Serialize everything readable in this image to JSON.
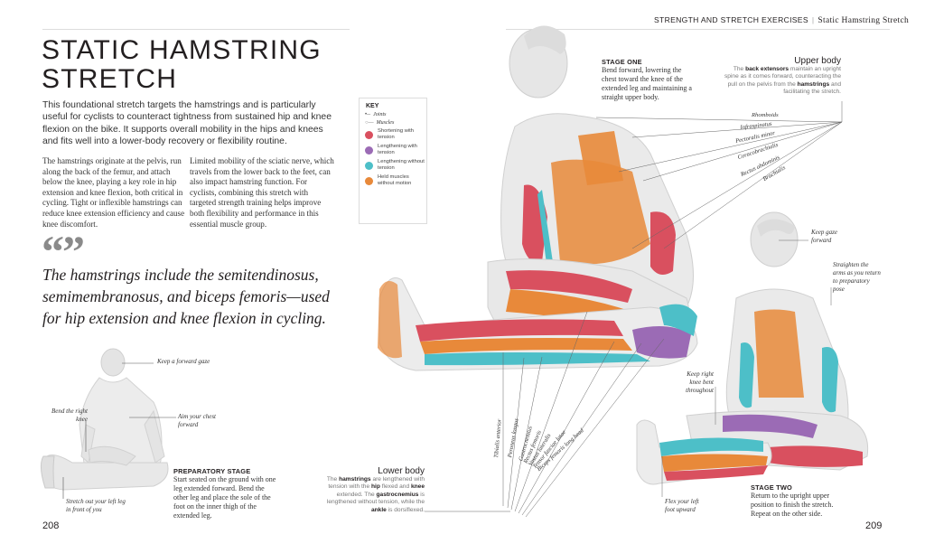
{
  "running_head": {
    "section": "STRENGTH AND STRETCH EXERCISES",
    "separator": "|",
    "subsection": "Static Hamstring Stretch"
  },
  "title_line1": "STATIC HAMSTRING",
  "title_line2": "STRETCH",
  "intro": "This foundational stretch targets the hamstrings and is particularly useful for cyclists to counteract tightness from sustained hip and knee flexion on the bike. It supports overall mobility in the hips and knees and fits well into a lower-body recovery or flexibility routine.",
  "columns": [
    "The hamstrings originate at the pelvis, run along the back of the femur, and attach below the knee, playing a key role in hip extension and knee flexion, both critical in cycling. Tight or inflexible hamstrings can reduce knee extension efficiency and cause knee discomfort.",
    "Limited mobility of the sciatic nerve, which travels from the lower back to the feet, can also impact hamstring function. For cyclists, combining this stretch with targeted strength training helps improve both flexibility and performance in this essential muscle group."
  ],
  "quote_mark": "“”",
  "pull_quote": "The hamstrings include the semitendinosus, semimembranosus, and biceps femoris—used for hip extension and knee flexion in cycling.",
  "preparatory": {
    "callouts": {
      "gaze": "Keep a forward gaze",
      "knee": "Bend the right knee",
      "chest": "Aim your chest forward",
      "leg": "Stretch out your left leg in front of you"
    },
    "stage_title": "PREPARATORY STAGE",
    "stage_text": "Start seated on the ground with one leg extended forward. Bend the other leg and place the sole of the foot on the inner thigh of the extended leg."
  },
  "key": {
    "title": "KEY",
    "joints": "Joints",
    "muscles": "Muscles",
    "items": [
      {
        "label": "Shortening with tension",
        "color": "#d9505f"
      },
      {
        "label": "Lengthening with tension",
        "color": "#9b6bb5"
      },
      {
        "label": "Lengthening without tension",
        "color": "#4dbfc8"
      },
      {
        "label": "Held muscles without motion",
        "color": "#e8893a"
      }
    ]
  },
  "stage_one": {
    "title": "STAGE ONE",
    "text": "Bend forward, lowering the chest toward the knee of the extended leg and maintaining a straight upper body."
  },
  "upper_body": {
    "heading": "Upper body",
    "pre1": "The ",
    "bold1": "back extensors",
    "mid1": " maintain an upright spine as it comes forward, counteracting the pull on the pelvis from the ",
    "bold2": "hamstrings",
    "post": " and facilitating the stretch.",
    "muscles": [
      "Rhomboids",
      "Infraspinatus",
      "Pectoralis minor",
      "Coracobrachialis",
      "Rectus abdominis",
      "Brachialis"
    ]
  },
  "lower_body": {
    "heading": "Lower body",
    "pre1": "The ",
    "bold1": "hamstrings",
    "mid1": " are lengthened with tension with the ",
    "bold2": "hip",
    "mid2": " flexed and ",
    "bold3": "knee",
    "mid3": " extended. The ",
    "bold4": "gastrocnemius",
    "mid4": " is lengthened without tension, while the ",
    "bold5": "ankle",
    "post": " is dorsiflexed.",
    "muscles": [
      "Tibialis anterior",
      "Peroneus longus",
      "Gastrocnemius",
      "Rectus femoris",
      "Vastus lateralis",
      "Tensor fasciae latae",
      "Biceps femoris long head"
    ]
  },
  "stage_two": {
    "callouts": {
      "gaze": "Keep gaze forward",
      "arms": "Straighten the arms as you return to preparatory pose",
      "knee": "Keep right knee bent throughout",
      "foot": "Flex your left foot upward"
    },
    "title": "STAGE TWO",
    "text": "Return to the upright upper position to finish the stretch. Repeat on the other side."
  },
  "page_left": "208",
  "page_right": "209",
  "colors": {
    "shortening": "#d9505f",
    "lengthening_tension": "#9b6bb5",
    "lengthening_no_tension": "#4dbfc8",
    "held": "#e8893a",
    "body": "#e6e6e6"
  }
}
